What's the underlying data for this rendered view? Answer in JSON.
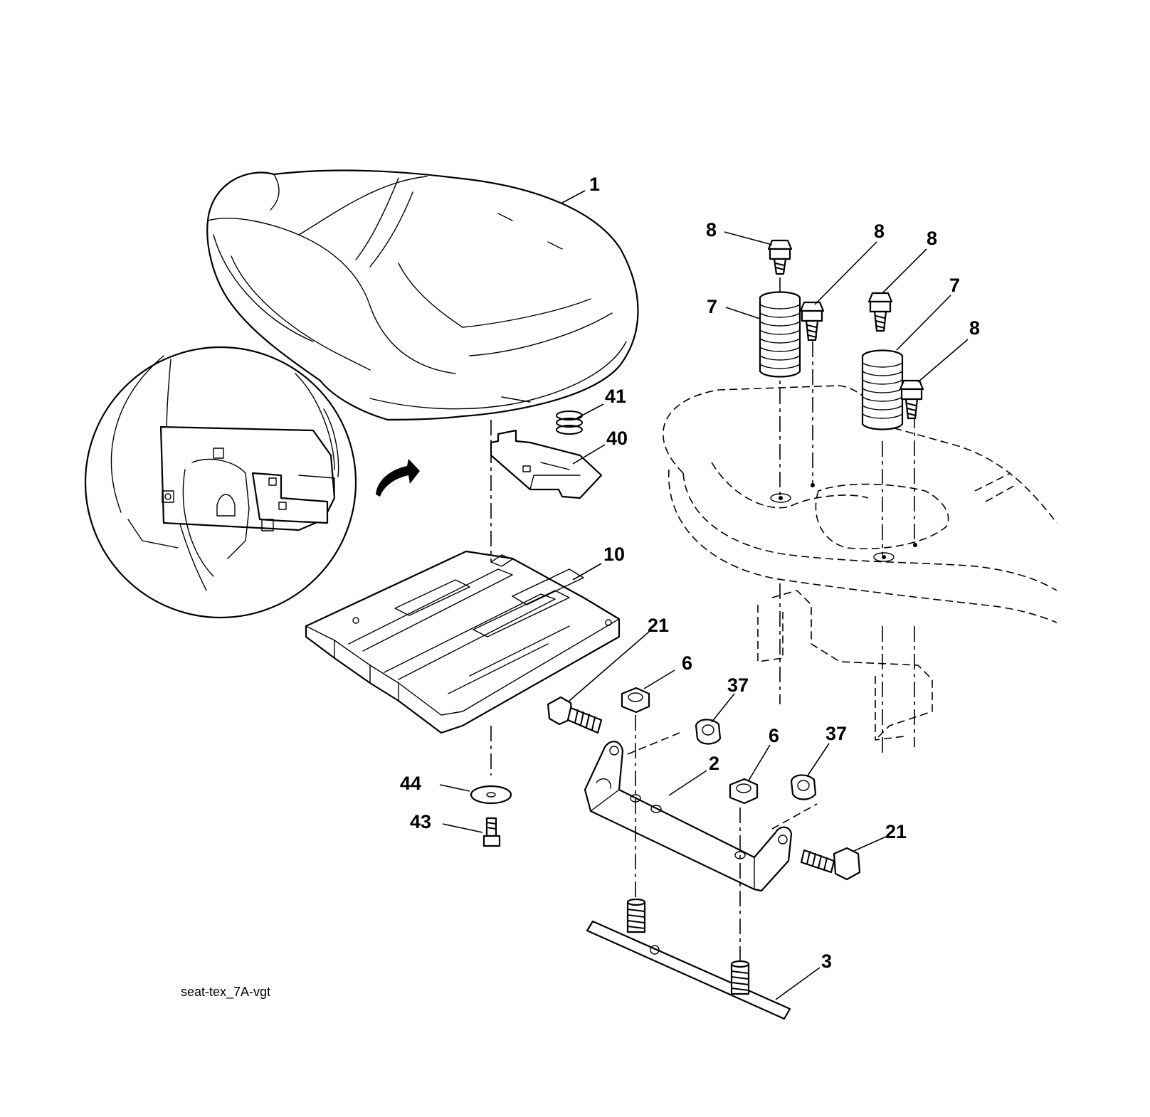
{
  "diagram": {
    "caption": "seat-tex_7A-vgt",
    "callouts": [
      {
        "id": "c1",
        "label": "1"
      },
      {
        "id": "c8a",
        "label": "8"
      },
      {
        "id": "c8b",
        "label": "8"
      },
      {
        "id": "c8c",
        "label": "8"
      },
      {
        "id": "c8d",
        "label": "8"
      },
      {
        "id": "c7a",
        "label": "7"
      },
      {
        "id": "c7b",
        "label": "7"
      },
      {
        "id": "c41",
        "label": "41"
      },
      {
        "id": "c40",
        "label": "40"
      },
      {
        "id": "c10",
        "label": "10"
      },
      {
        "id": "c21a",
        "label": "21"
      },
      {
        "id": "c6a",
        "label": "6"
      },
      {
        "id": "c37a",
        "label": "37"
      },
      {
        "id": "c6b",
        "label": "6"
      },
      {
        "id": "c37b",
        "label": "37"
      },
      {
        "id": "c2",
        "label": "2"
      },
      {
        "id": "c44",
        "label": "44"
      },
      {
        "id": "c43",
        "label": "43"
      },
      {
        "id": "c21b",
        "label": "21"
      },
      {
        "id": "c3",
        "label": "3"
      }
    ]
  }
}
